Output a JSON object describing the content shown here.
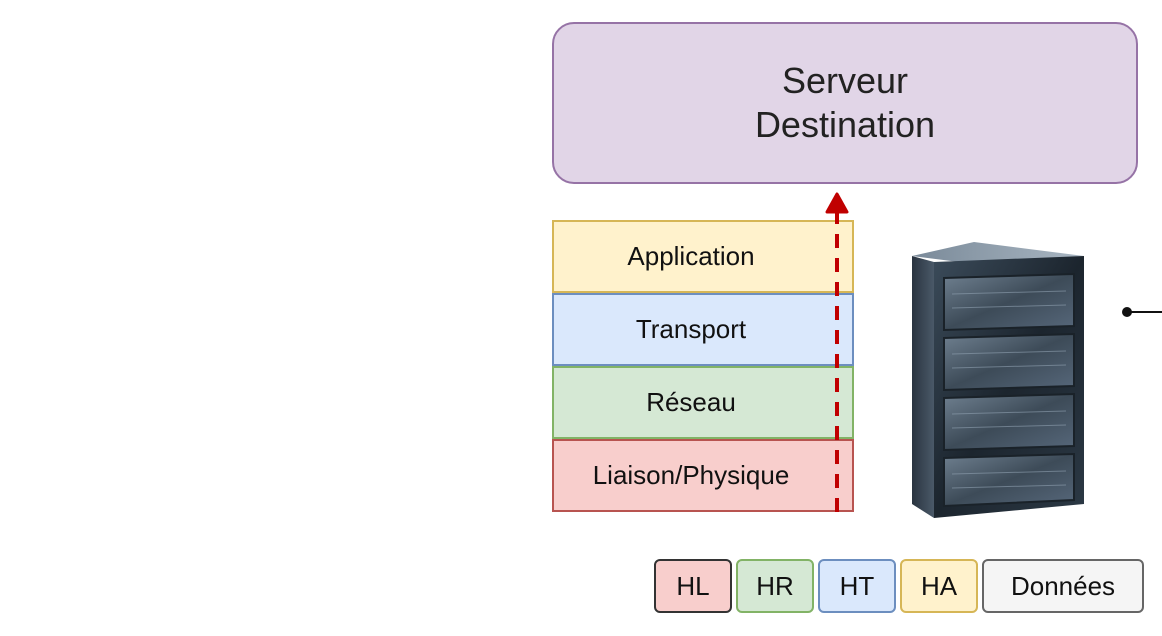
{
  "server": {
    "title_line1": "Serveur",
    "title_line2": "Destination"
  },
  "layers": [
    {
      "label": "Application"
    },
    {
      "label": "Transport"
    },
    {
      "label": "Réseau"
    },
    {
      "label": "Liaison/Physique"
    }
  ],
  "headers": [
    "HL",
    "HR",
    "HT",
    "HA",
    "Données"
  ],
  "colors": {
    "server_fill": "#e1d5e7",
    "server_stroke": "#9673a6",
    "application": "#fff2cc",
    "transport": "#dae8fc",
    "network": "#d5e8d4",
    "link": "#f8cecc",
    "data": "#f5f5f5",
    "flow_arrow": "#c00000"
  },
  "icons": {
    "server_rack": "server-rack-icon"
  }
}
